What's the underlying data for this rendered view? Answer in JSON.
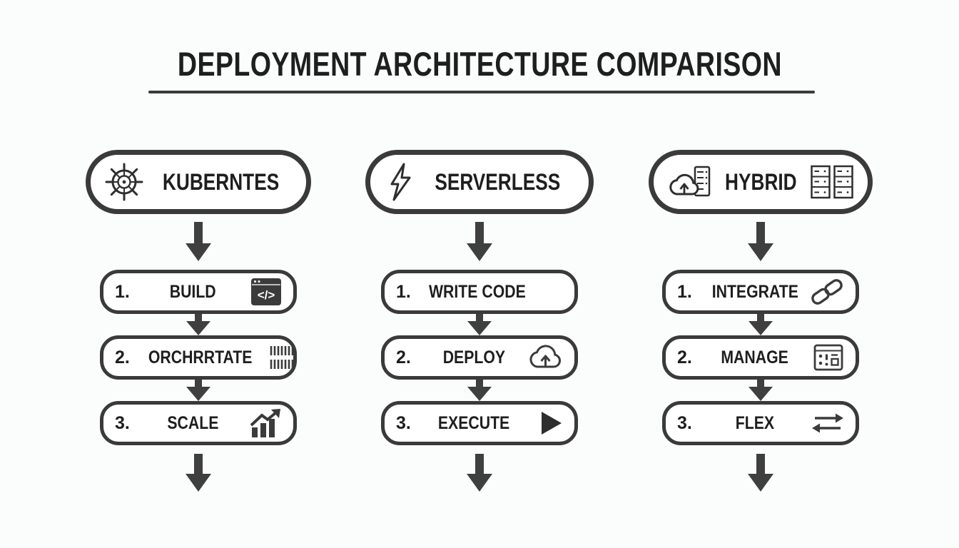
{
  "title": "DEPLOYMENT ARCHITECTURE COMPARISON",
  "colors": {
    "outline": "#3a3a3a",
    "text": "#1e1e1e",
    "background": "#fbfcfc",
    "box_fill": "#ffffff",
    "arrow": "#3f3f3f"
  },
  "columns": [
    {
      "id": "kubernetes",
      "header": {
        "label": "KUBERNTES",
        "icon": "helm-wheel-icon"
      },
      "steps": [
        {
          "num": "1.",
          "label": "BUILD",
          "icon": "code-window-icon"
        },
        {
          "num": "2.",
          "label": "ORCHRRTATE",
          "icon": "container-stripes-icon"
        },
        {
          "num": "3.",
          "label": "SCALE",
          "icon": "growth-chart-icon"
        }
      ]
    },
    {
      "id": "serverless",
      "header": {
        "label": "SERVERLESS",
        "icon": "lightning-bolt-icon"
      },
      "steps": [
        {
          "num": "1.",
          "label": "WRITE CODE",
          "icon": ""
        },
        {
          "num": "2.",
          "label": "DEPLOY",
          "icon": "cloud-upload-icon"
        },
        {
          "num": "3.",
          "label": "EXECUTE",
          "icon": "play-icon"
        }
      ]
    },
    {
      "id": "hybrid",
      "header": {
        "label": "HYBRID",
        "icon_left": "cloud-server-icon",
        "icon_right": "server-racks-icon"
      },
      "steps": [
        {
          "num": "1.",
          "label": "INTEGRATE",
          "icon": "link-icon"
        },
        {
          "num": "2.",
          "label": "MANAGE",
          "icon": "control-panel-icon"
        },
        {
          "num": "3.",
          "label": "FLEX",
          "icon": "swap-arrows-icon"
        }
      ]
    }
  ]
}
